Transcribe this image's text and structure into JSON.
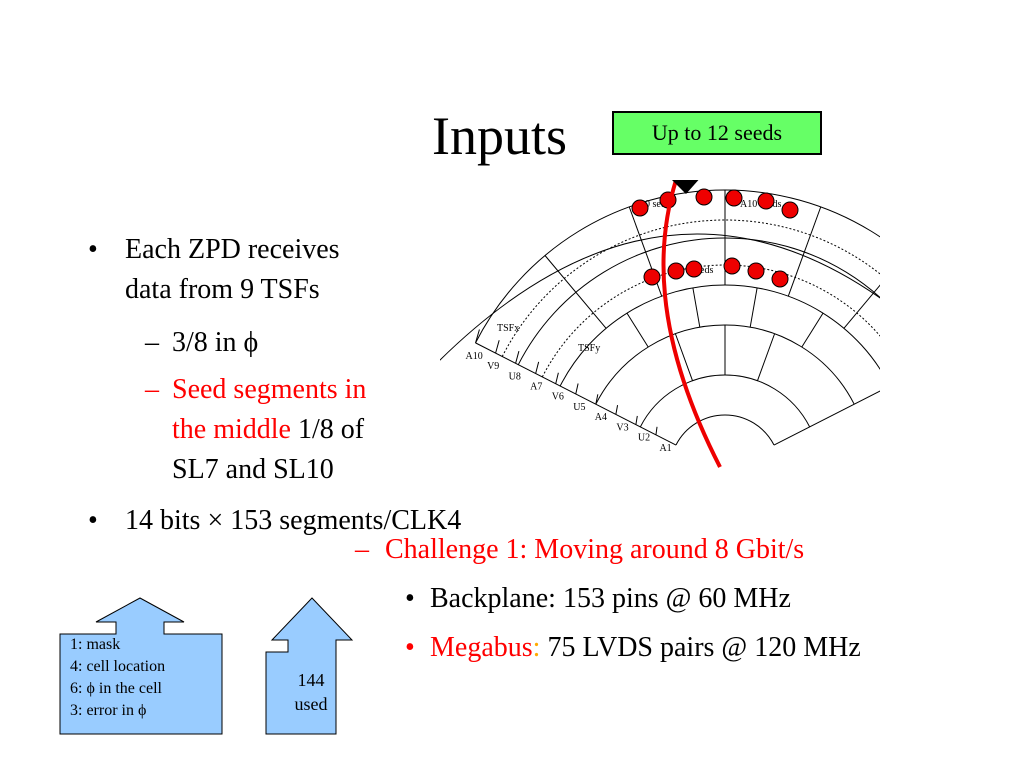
{
  "slide": {
    "title": "Inputs",
    "bullets": {
      "b1_line1": "Each ZPD receives",
      "b1_line2": "data from 9 TSFs",
      "sub1": "3/8 in ϕ",
      "sub2_red1": "Seed segments in",
      "sub2_red2": "the middle",
      "sub2_black2": " 1/8 of",
      "sub2_line3": "SL7 and SL10",
      "b2": "14 bits × 153 segments/CLK4",
      "challenge": "Challenge 1: Moving around 8 Gbit/s",
      "backplane": "Backplane: 153 pins @ 60 MHz",
      "megabus_label": "Megabus",
      "megabus_colon": ":",
      "megabus_rest": " 75 LVDS pairs @ 120 MHz",
      "dash": "–",
      "dot": "•"
    },
    "callout": "Up to 12 seeds",
    "diagram_labels": {
      "tsfx": "TSFx",
      "tsfy": "TSFy",
      "seeds_outer_left": "0 seeds",
      "seeds_outer_right": "A10 seeds",
      "seeds_inner": "Seeds",
      "layers": [
        "A10",
        "V9",
        "U8",
        "A7",
        "V6",
        "U5",
        "A4",
        "V3",
        "U2",
        "A1"
      ]
    },
    "arrow_left": [
      "1: mask",
      "4: cell location",
      "6: ϕ in the cell",
      "3: error in ϕ"
    ],
    "arrow_right": [
      "144",
      "used"
    ],
    "colors": {
      "callout_fill": "#66ff66",
      "arrow_fill": "#99ccff",
      "accent": "#ff0000"
    }
  }
}
